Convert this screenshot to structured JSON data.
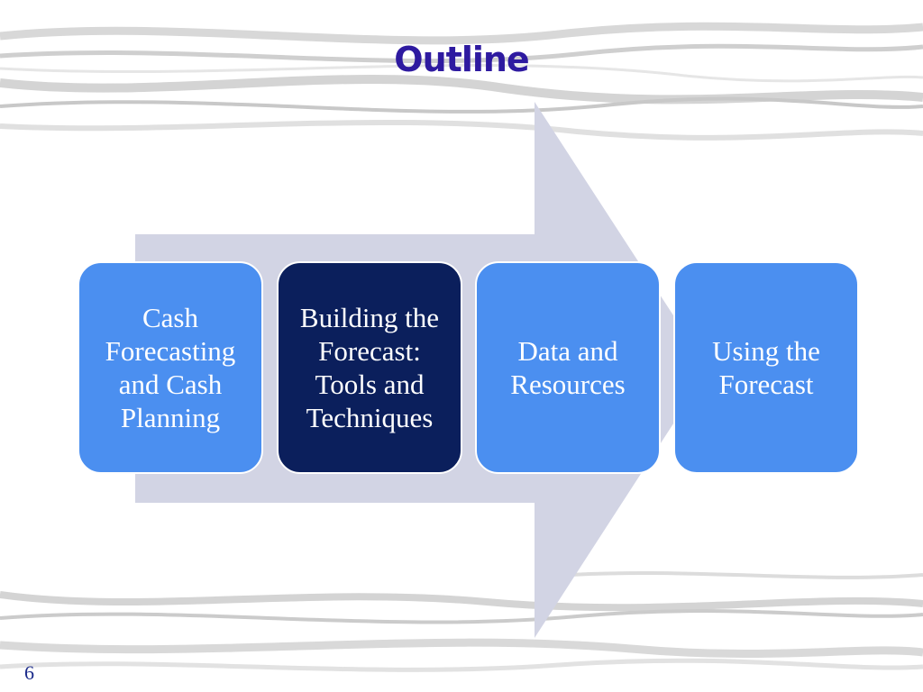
{
  "slide": {
    "title": "Outline",
    "page_number": "6"
  },
  "process": {
    "steps": [
      {
        "label": "Cash Forecasting and Cash Planning",
        "style": "light"
      },
      {
        "label": "Building the Forecast: Tools and Techniques",
        "style": "dark"
      },
      {
        "label": "Data and Resources",
        "style": "light"
      },
      {
        "label": "Using the Forecast",
        "style": "light"
      }
    ]
  },
  "colors": {
    "title": "#2e1aa0",
    "box_light": "#4b8ff0",
    "box_dark": "#0b1f5c",
    "arrow": "#d2d4e4",
    "page_number": "#1a2a8a"
  }
}
